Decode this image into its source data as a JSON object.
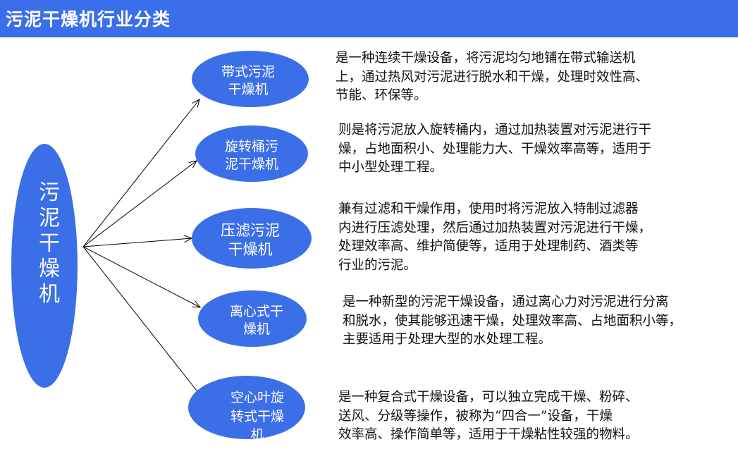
{
  "header": {
    "title": "污泥干燥机行业分类"
  },
  "root": {
    "chars": [
      "污",
      "泥",
      "干",
      "燥",
      "机"
    ]
  },
  "nodes": [
    {
      "lines": [
        "带式污泥",
        "干燥机"
      ],
      "desc": [
        "是一种连续干燥设备，将污泥均匀地铺在带式输送机",
        "上，通过热风对污泥进行脱水和干燥，处理时效性高、",
        "节能、环保等。"
      ]
    },
    {
      "lines": [
        "旋转桶污",
        "泥干燥机"
      ],
      "desc": [
        "则是将污泥放入旋转桶内，通过加热装置对污泥进行干",
        "燥，占地面积小、处理能力大、干燥效率高等，适用于",
        "中小型处理工程。"
      ]
    },
    {
      "lines": [
        "压滤污泥",
        "干燥机"
      ],
      "desc": [
        "兼有过滤和干燥作用，使用时将污泥放入特制过滤器",
        "内进行压滤处理，然后通过加热装置对污泥进行干燥，",
        "处理效率高、维护简便等，适用于处理制药、酒类等",
        "行业的污泥。"
      ]
    },
    {
      "lines": [
        "离心式干",
        "燥机"
      ],
      "desc": [
        "是一种新型的污泥干燥设备，通过离心力对污泥进行分离",
        "和脱水，使其能够迅速干燥，处理效率高、占地面积小等，",
        "主要适用于处理大型的水处理工程。"
      ]
    },
    {
      "lines": [
        "空心叶旋",
        "转式干燥",
        "机"
      ],
      "desc": [
        "是一种复合式干燥设备，可以独立完成干燥、粉碎、",
        "送风、分级等操作，被称为“四合一”设备，干燥",
        "效率高、操作简单等，适用于干燥粘性较强的物料。"
      ]
    }
  ],
  "colors": {
    "accent": "#3A6EEA",
    "node": "#3B6FE8"
  }
}
